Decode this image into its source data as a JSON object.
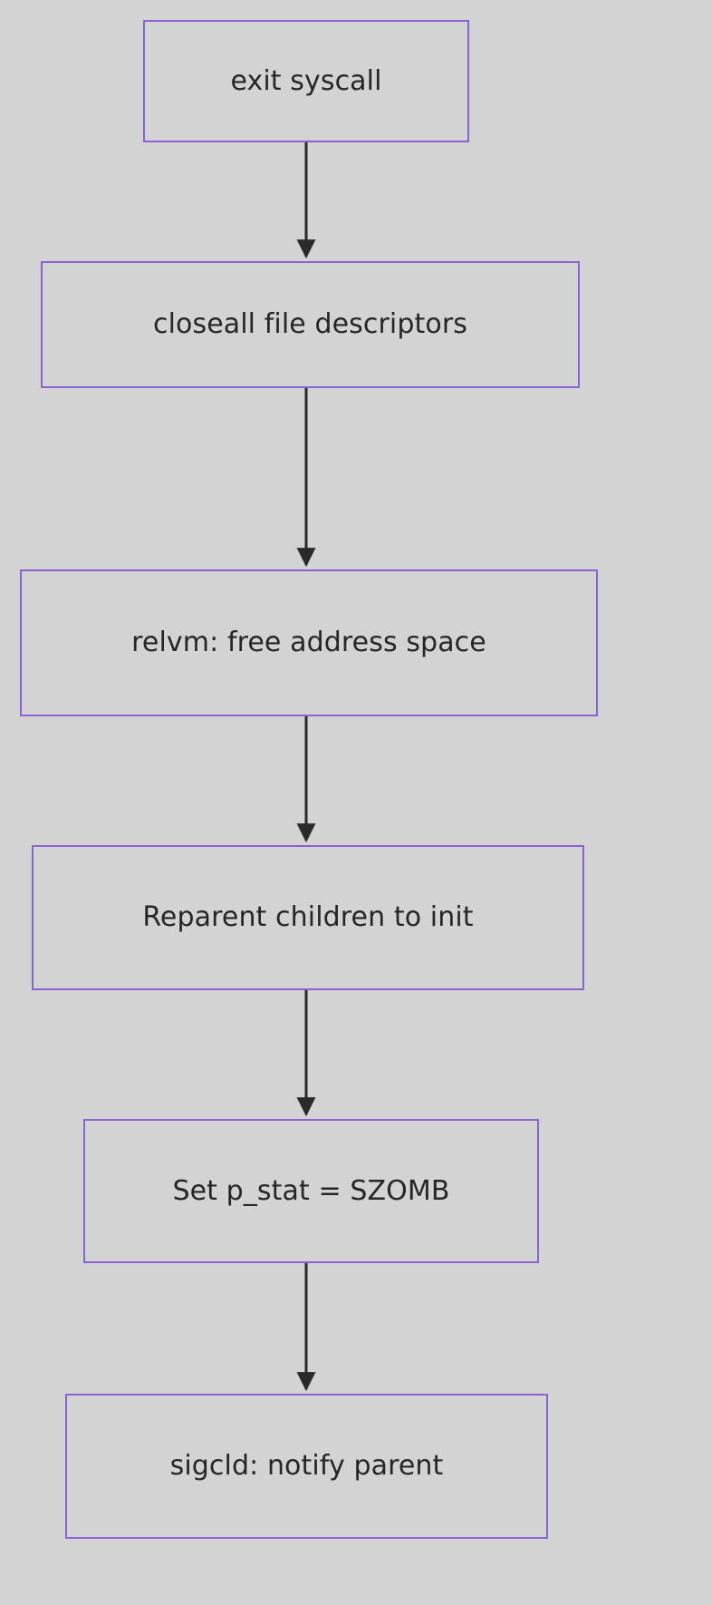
{
  "diagram": {
    "type": "flowchart",
    "orientation": "top-to-bottom",
    "title": "exit syscall flowchart",
    "colors": {
      "background": "#d3d3d3",
      "node_fill": "#d3d3d3",
      "node_border": "#8a63d2",
      "node_text": "#262626",
      "edge": "#2a2a2a"
    },
    "nodes": [
      {
        "id": "exit-syscall",
        "label": "exit syscall"
      },
      {
        "id": "closeall-fds",
        "label": "closeall file descriptors"
      },
      {
        "id": "relvm-free-space",
        "label": "relvm: free address space"
      },
      {
        "id": "reparent-children",
        "label": "Reparent children to init"
      },
      {
        "id": "set-pstat-szomb",
        "label": "Set p_stat = SZOMB"
      },
      {
        "id": "sigcld-notify",
        "label": "sigcld: notify parent"
      }
    ],
    "edges": [
      {
        "from": "exit-syscall",
        "to": "closeall-fds",
        "label": "",
        "arrow": "arrowhead-down"
      },
      {
        "from": "closeall-fds",
        "to": "relvm-free-space",
        "label": "",
        "arrow": "arrowhead-down"
      },
      {
        "from": "relvm-free-space",
        "to": "reparent-children",
        "label": "",
        "arrow": "arrowhead-down"
      },
      {
        "from": "reparent-children",
        "to": "set-pstat-szomb",
        "label": "",
        "arrow": "arrowhead-down"
      },
      {
        "from": "set-pstat-szomb",
        "to": "sigcld-notify",
        "label": "",
        "arrow": "arrowhead-down"
      }
    ]
  }
}
